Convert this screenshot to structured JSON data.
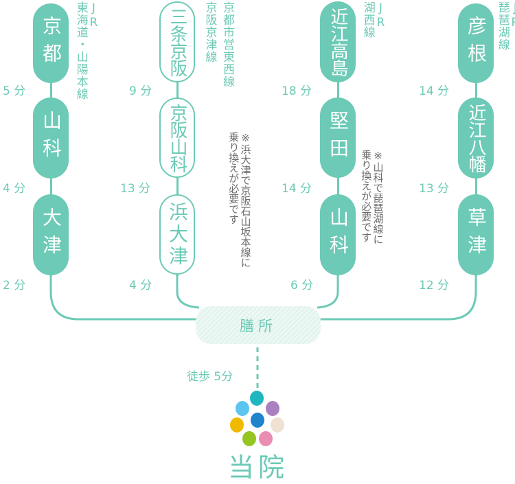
{
  "routes": [
    {
      "line_name": "JR\n東海道・山陽本線",
      "stations": [
        "京都",
        "山科",
        "大津"
      ],
      "times": [
        "5 分",
        "4 分",
        "2 分"
      ]
    },
    {
      "line_name": "京都市営東西線\n京阪京津線",
      "stations": [
        "三条京阪",
        "京阪山科",
        "浜大津"
      ],
      "times": [
        "9 分",
        "13 分",
        "4 分"
      ],
      "note": "※浜大津で京阪石山坂本線に\n乗り換えが必要です"
    },
    {
      "line_name": "JR\n湖西線",
      "stations": [
        "近江高島",
        "堅田",
        "山科"
      ],
      "times": [
        "18 分",
        "14 分",
        "6 分"
      ],
      "note": "※山科で琵琶湖線に\n乗り換えが必要です"
    },
    {
      "line_name": "JR\n琵琶湖線",
      "stations": [
        "彦根",
        "近江八幡",
        "草津"
      ],
      "times": [
        "14 分",
        "13 分",
        "12 分"
      ]
    }
  ],
  "hub": "膳所",
  "walk": "徒歩 5分",
  "destination": "当院",
  "colors": {
    "accent": "#6ccab6",
    "note_text": "#6c6c6c",
    "logo_dots": [
      "#5bc5f0",
      "#1fb6bf",
      "#a981c0",
      "#f0ba00",
      "#1f84cc",
      "#f0e1d2",
      "#94c521",
      "#e98db3"
    ]
  }
}
